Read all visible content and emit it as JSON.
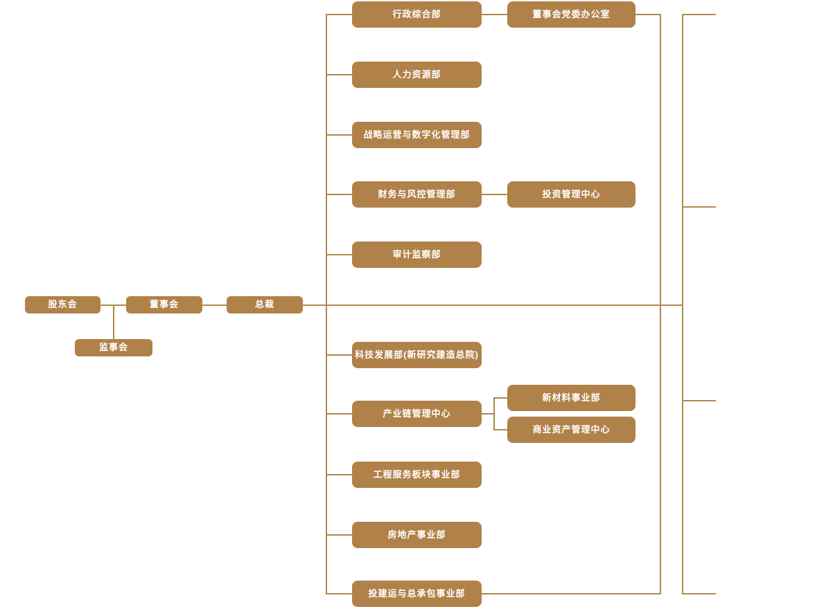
{
  "diagram": {
    "type": "org-chart",
    "colors": {
      "node_fill": "#b08148",
      "connector_line": "#b1874c",
      "node_text": "#ffffff",
      "background": "#ffffff"
    },
    "governance": {
      "shareholders": "股东会",
      "board": "董事会",
      "president": "总裁",
      "supervisory": "监事会"
    },
    "departments": [
      "行政综合部",
      "人力资源部",
      "战略运营与数字化管理部",
      "财务与风控管理部",
      "审计监察部",
      "科技发展部(新研究建造总院)",
      "产业链管理中心",
      "工程服务板块事业部",
      "房地产事业部",
      "投建运与总承包事业部"
    ],
    "sub_units": [
      {
        "label": "董事会党委办公室",
        "parent": "行政综合部"
      },
      {
        "label": "投资管理中心",
        "parent": "财务与风控管理部"
      },
      {
        "label": "新材料事业部",
        "parent": "产业链管理中心"
      },
      {
        "label": "商业资产管理中心",
        "parent": "产业链管理中心"
      }
    ]
  }
}
